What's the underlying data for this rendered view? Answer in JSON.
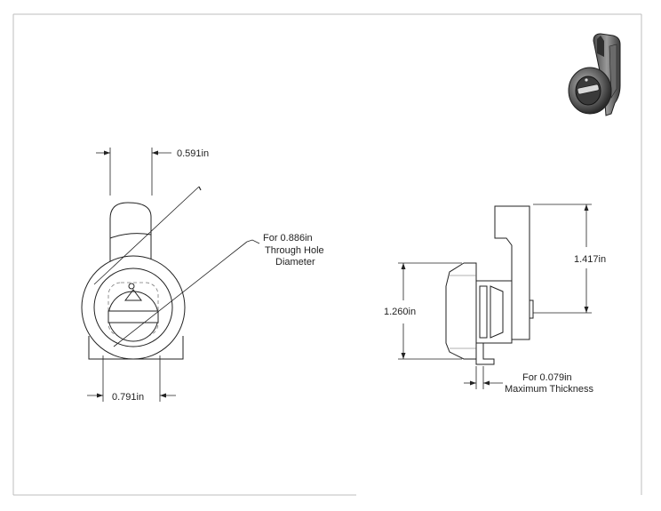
{
  "drawing": {
    "front_view": {
      "top_width_dimension": "0.591in",
      "bottom_width_dimension": "0.791in",
      "hole_note": [
        "For 0.886in",
        "Through Hole",
        "Diameter"
      ]
    },
    "side_view": {
      "cam_height_dimension": "1.417in",
      "body_height_dimension": "1.260in",
      "thickness_note": [
        "For 0.079in",
        "Maximum Thickness"
      ]
    }
  }
}
